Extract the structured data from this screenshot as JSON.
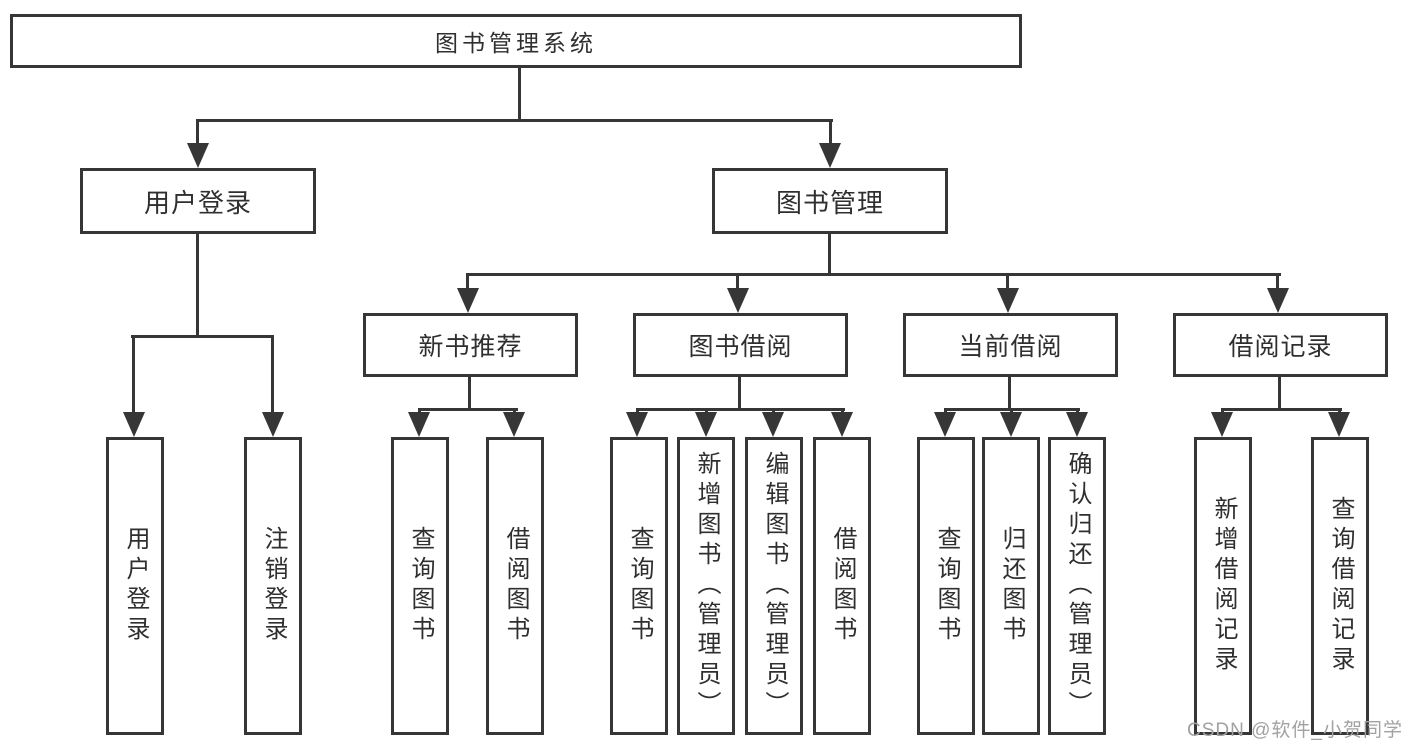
{
  "diagram": {
    "root": "图书管理系统",
    "level1": [
      "用户登录",
      "图书管理"
    ],
    "level2": [
      "新书推荐",
      "图书借阅",
      "当前借阅",
      "借阅记录"
    ],
    "leaves": {
      "login": [
        "用户登录",
        "注销登录"
      ],
      "recommend": [
        "查询图书",
        "借阅图书"
      ],
      "borrow": [
        "查询图书",
        "新增图书（管理员）",
        "编辑图书（管理员）",
        "借阅图书"
      ],
      "current": [
        "查询图书",
        "归还图书",
        "确认归还（管理员）"
      ],
      "records": [
        "新增借阅记录",
        "查询借阅记录"
      ]
    }
  },
  "watermark": "CSDN @软件_小贺同学",
  "colors": {
    "line": "#363636",
    "text": "#2f2f2f",
    "watermark": "#a2a2a2",
    "background": "#ffffff"
  }
}
